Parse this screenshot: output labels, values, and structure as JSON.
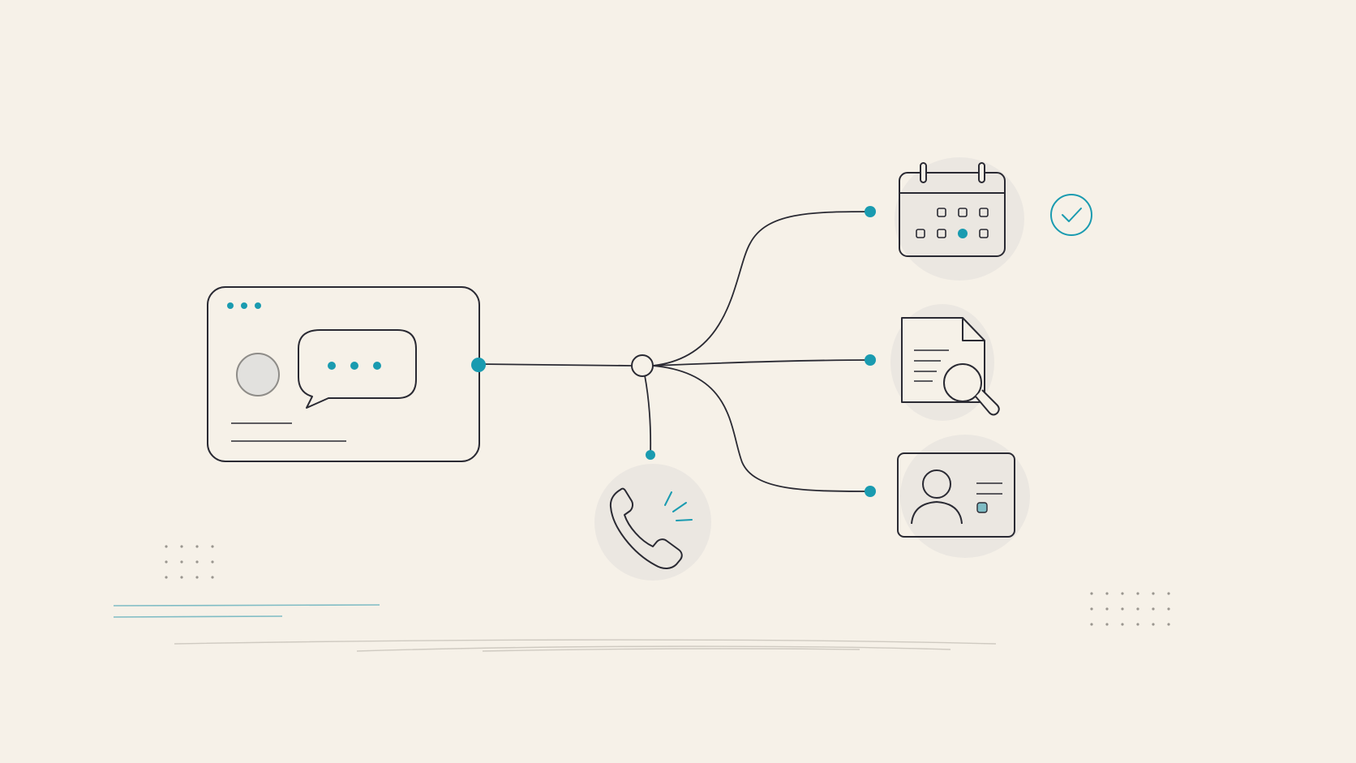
{
  "illustration": {
    "source_window": {
      "header_dots": [
        "dot",
        "dot",
        "dot"
      ],
      "avatar": "avatar-circle",
      "message_bubble": "typing-indicator-bubble",
      "text_lines": 2
    },
    "hub": {
      "icon": "router-node"
    },
    "destinations": [
      {
        "id": "calendar",
        "icon": "calendar-icon",
        "status_icon": "check-circle-icon"
      },
      {
        "id": "document",
        "icon": "document-search-icon"
      },
      {
        "id": "contact",
        "icon": "contact-card-icon"
      },
      {
        "id": "phone",
        "icon": "phone-ringing-icon"
      }
    ],
    "decorations": {
      "dot_grid_left": {
        "rows": 3,
        "cols": 4
      },
      "dot_grid_right": {
        "rows": 3,
        "cols": 6
      }
    }
  },
  "colors": {
    "background": "#f6f1e8",
    "ink": "#2a2a33",
    "accent": "#1a9bb0",
    "halo": "#ebe7e1",
    "avatar_fill": "#e2e1de",
    "grid_dot": "#9a968f",
    "ground_line": "#cfcac1",
    "accent_line": "#7fbcc4"
  }
}
